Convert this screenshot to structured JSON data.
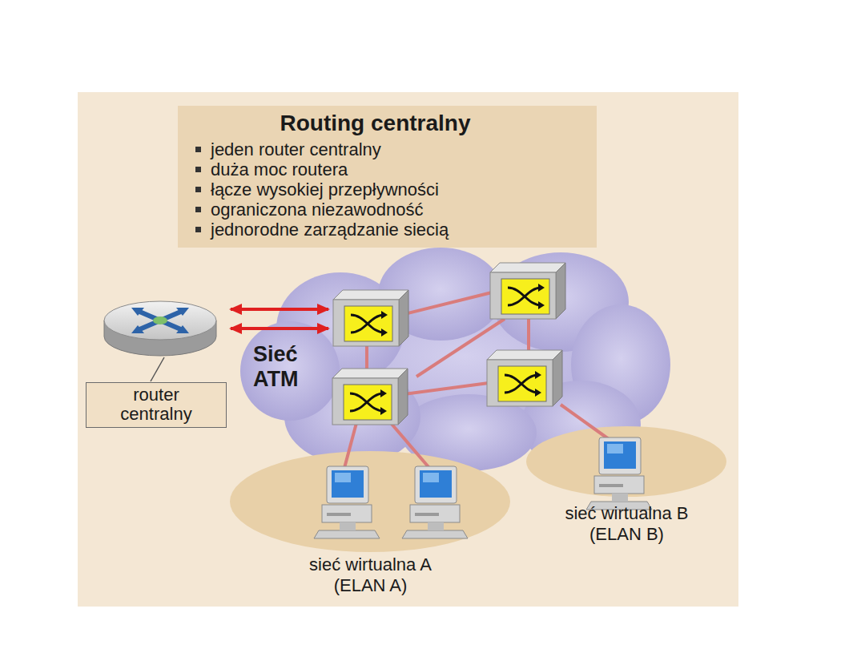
{
  "diagram": {
    "nodes": [
      {
        "text": [
          "Routing centralny",
          "jeden router centralny",
          "duża moc routera",
          "łącze wysokiej przepływności",
          "ograniczona niezawodność",
          "jednorodne zarządzanie siecią"
        ]
      },
      {
        "text": [
          "router centralny"
        ]
      },
      {
        "text": [
          "Sieć ATM"
        ]
      },
      {
        "text": [
          "sieć wirtualna A (ELAN A)"
        ]
      },
      {
        "text": [
          "sieć wirtualna B (ELAN B)"
        ]
      }
    ]
  }
}
